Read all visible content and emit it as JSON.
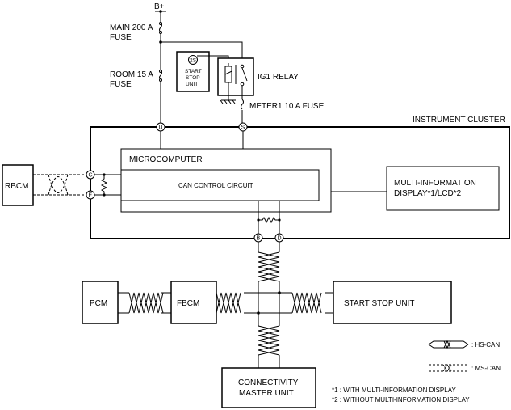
{
  "power": {
    "battery": "B+",
    "main_fuse": [
      "MAIN 200 A",
      "FUSE"
    ],
    "room_fuse": [
      "ROOM 15 A",
      "FUSE"
    ],
    "ig1_relay": "IG1 RELAY",
    "meter_fuse": "METER1 10 A FUSE"
  },
  "start_stop_small": {
    "badge": "2S",
    "lines": [
      "START",
      "STOP",
      "UNIT"
    ]
  },
  "instrument_cluster": {
    "title": "INSTRUMENT CLUSTER",
    "microcomputer": "MICROCOMPUTER",
    "can_control": "CAN CONTROL CIRCUIT",
    "mid_lines": [
      "MULTI-INFORMATION",
      "DISPLAY*1/LCD*2"
    ]
  },
  "pins": {
    "u": "U",
    "s": "S",
    "c": "C",
    "e": "E",
    "b": "B",
    "d": "D"
  },
  "modules": {
    "rbcm": "RBCM",
    "pcm": "PCM",
    "fbcm": "FBCM",
    "start_stop_unit": "START STOP UNIT",
    "connectivity": [
      "CONNECTIVITY",
      "MASTER UNIT"
    ]
  },
  "legend": {
    "hs_can": ": HS-CAN",
    "ms_can": ": MS-CAN"
  },
  "notes": [
    "*1 : WITH MULTI-INFORMATION DISPLAY",
    "*2 : WITHOUT MULTI-INFORMATION DISPLAY"
  ]
}
